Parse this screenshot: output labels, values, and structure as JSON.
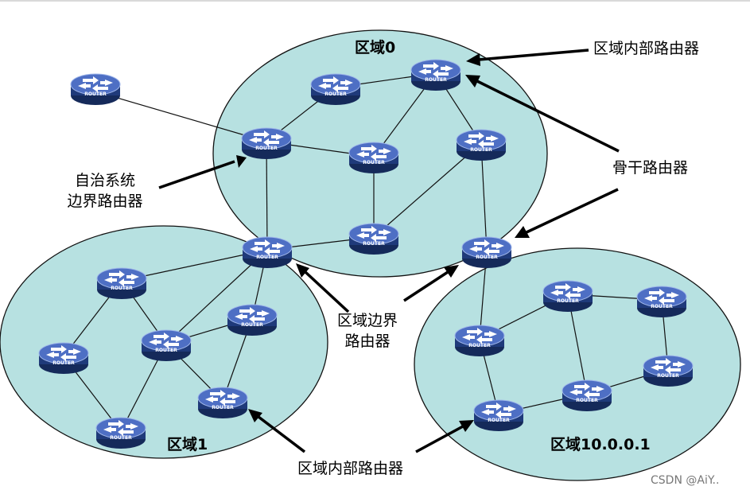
{
  "areas": {
    "area0": "区域0",
    "area1": "区域1",
    "area10": "区域10.0.0.1"
  },
  "labels": {
    "internal_router_top": "区域内部路由器",
    "backbone_router": "骨干路由器",
    "asbr_line1": "自治系统",
    "asbr_line2": "边界路由器",
    "abr_line1": "区域边界",
    "abr_line2": "路由器",
    "internal_router_bottom": "区域内部路由器"
  },
  "router_caption": "ROUTER",
  "router_icon": "router-icon",
  "watermark": "CSDN @AiY..",
  "colors": {
    "area_fill": "#b7e1e1",
    "router_top": "#4e6fc4",
    "router_side": "#1f3a7a",
    "router_dark": "#152a5a",
    "arrow": "#000000"
  }
}
